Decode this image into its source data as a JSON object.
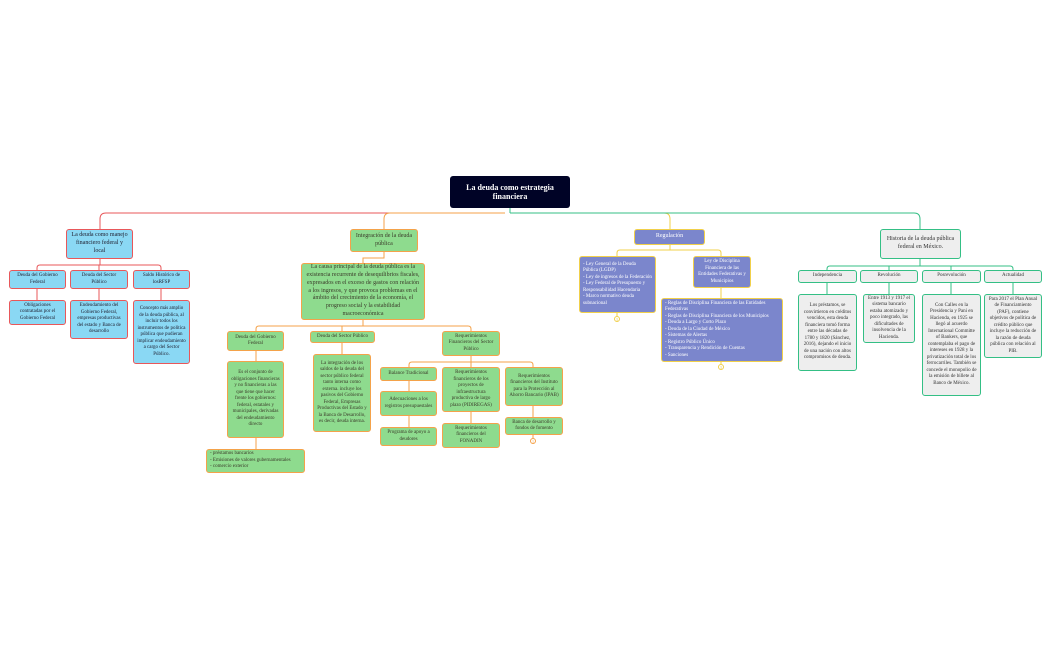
{
  "root": {
    "title": "La deuda como estrategia financiera"
  },
  "colors": {
    "root": "#000326",
    "branch_local": "#e8575a",
    "branch_integracion": "#f4a24a",
    "branch_regulacion": "#f1d04a",
    "branch_historia": "#34bf85",
    "node_blue": "#8ad8f4",
    "node_green": "#8edb8e",
    "node_purple": "#7b86cc",
    "node_grey": "#eeeeee"
  },
  "local": {
    "title": "La deuda como manejo financiero federal y local",
    "children": [
      {
        "label": "Deuda del Gobierno Federal",
        "detail": "Obligaciones contratadas por el Gobierno Federal"
      },
      {
        "label": "Deuda del Sector Público",
        "detail": "Endeudamiento del Gobierno Federal, empresas productivas del estado y Banca de desarrollo"
      },
      {
        "label": "Saldo Histórico de losRFSP",
        "detail": "Concepto más amplio de la deuda pública, al incluir todos los instrumentos de política pública que pudieran implicar endeudamiento a cargo del Sector Público."
      }
    ]
  },
  "integracion": {
    "title": "Integración de la deuda pública",
    "summary": "La causa principal de la deuda pública es la existencia recurrente de desequilibrios fiscales, expresados en el exceso de gastos con relación a los ingresos, y que provoca problemas en el ámbito del crecimiento de la economía, el progreso social y la estabilidad macroeconómica",
    "gobierno": {
      "label": "Deuda del Gobierno Federal",
      "detail": "Es el conjunto de obligaciones financieras y no financieras a las que tiene que hacer frente los gobiernos: federal, estatales y municipales, derivadas del endeudamiento directo",
      "list": "- préstamos bancarios\n- Emisiones de valores gubernamentales\n- comercio exterior"
    },
    "sector": {
      "label": "Deuda del Sector Público",
      "detail": "La integración de los saldos de la deuda del sector público federal tanto interna como externa. incluye los pasivos del Gobierno Federal, Empresas Productivas del Estado y la Banca de Desarrollo, es decir, deuda interna."
    },
    "requerimientos": {
      "label": "Requerimientos Financieros del Sector Público",
      "balance": "Balance Tradicional",
      "adecuaciones": "Adecuaciones a los registros presupuestales",
      "programa": "Programa de apoyo a deudores",
      "pidiregas": "Requerimientos financieros de los proyectos de infraestructura productiva de largo plazo (PIDIREGAS)",
      "fonadin": "Requerimientos financieros del FONADIN",
      "ipab": "Requerimientos financieros del Instituto para la Protección al Ahorro Bancario (IPAB)",
      "banca": "Banca de desarrollo y fondos de fomento"
    }
  },
  "regulacion": {
    "title": "Regulación",
    "leyes": "- Ley General de la Deuda Pública (LGDP)\n- Ley de ingresos de la Federación\n- Ley Federal de Presupuesto y Responsabilidad Hacendaria\n- Marco normativo deuda subnacional",
    "disciplina": "Ley de Disciplina Financiera de las Entidades Federativas y Municipios",
    "disciplina_detail": "- Reglas de Disciplina Financiera de las Entidades Federativas\n- Reglas de Disciplina Financiera de los Municipios\n- Deuda a Largo y Corto Plazo\n- Deuda de la Ciudad de México\n- Sistemas de Alertas\n- Registro Público Único\n- Transparencia y Rendición de Cuentas\n- Sanciones",
    "badge": "1"
  },
  "historia": {
    "title": "Historia de la deuda pública federal en México.",
    "periods": [
      {
        "label": "Independencia",
        "detail": "Los préstamos, se convirtieron en créditos vencidos, esta deuda financiera tomó forma entre las décadas de 1780 y 1820 (Sánchez, 2016), dejando el inicio de una nación con altos compromisos de deuda."
      },
      {
        "label": "Revolución",
        "detail": "Entre 1913 y 1917 el sistema bancario estaba atomizado y poco integrado, las dificultades de insolvencia de la Hacienda."
      },
      {
        "label": "Posrevolución",
        "detail": "Con Calles en la Presidencia y Pani en Hacienda, en 1925 se llegó al acuerdo International Committe of Bankers, que contemplaba el pago de intereses en 1928 y la privatización total de los ferrocarriles. También se concede el monopolio de la emisión de billete al Banco de México."
      },
      {
        "label": "Actualidad",
        "detail": "Para 2017 el Plan Anual de Financiamiento (PAF), contiene objetivos de política de crédito público que incluye la reducción de la razón de deuda pública con relación al PIB."
      }
    ]
  }
}
